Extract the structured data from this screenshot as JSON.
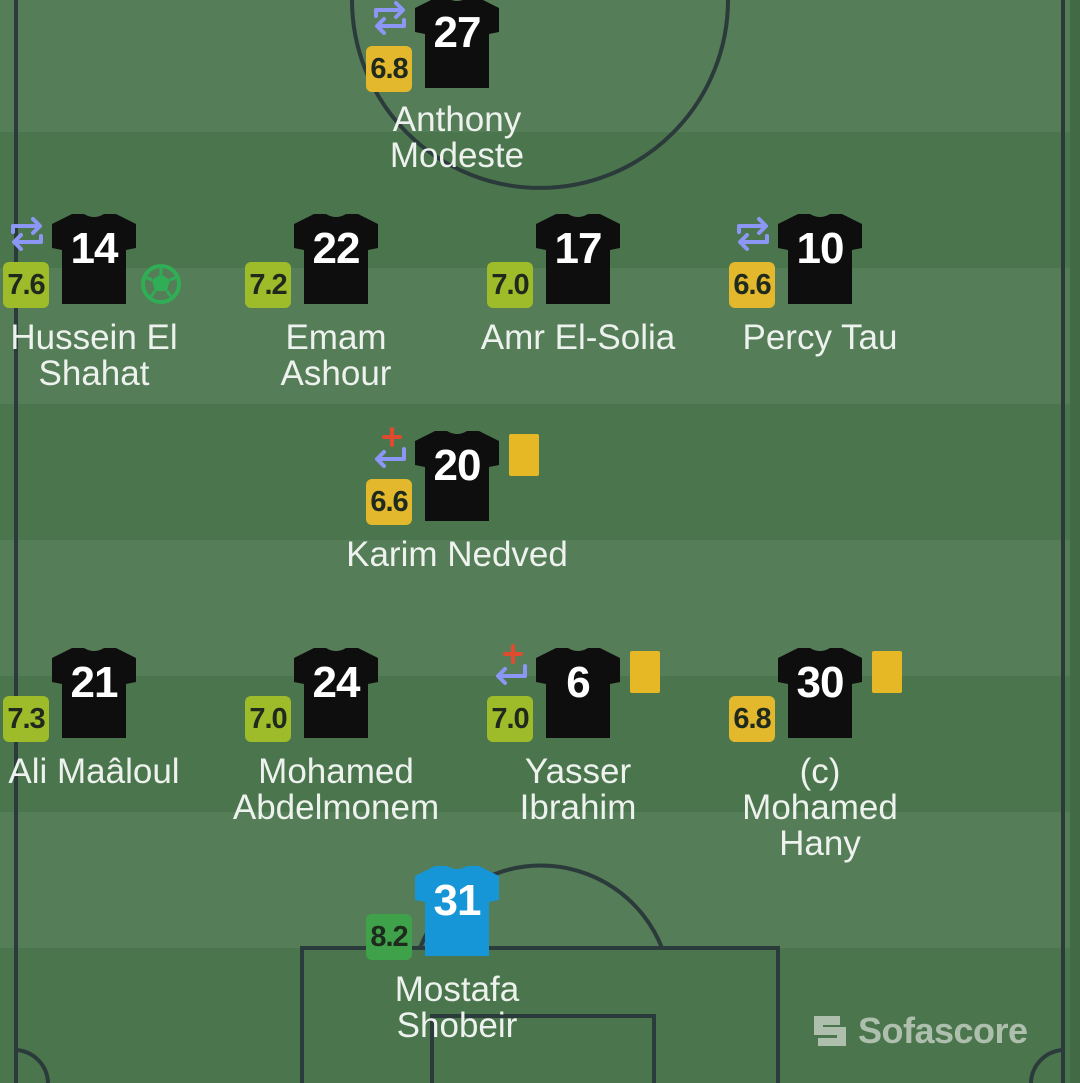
{
  "colors": {
    "field_shirt": "#0e0e0e",
    "goalkeeper_shirt": "#1696d6",
    "rating_high": "#3fa24a",
    "rating_good": "#9ebb2a",
    "rating_mid": "#e3b82c",
    "yellow_card": "#e7b826",
    "sub_arrow": "#8c97f5",
    "sub_in_plus": "#e04a2f",
    "goal_ball": "#2fae55"
  },
  "players": [
    {
      "id": "modeste",
      "number": "27",
      "rating": "6.8",
      "rating_tier": "mid",
      "name_line1": "Anthony Modeste",
      "name_line2": "",
      "icons": [
        "substitution-icon"
      ]
    },
    {
      "id": "el-shahat",
      "number": "14",
      "rating": "7.6",
      "rating_tier": "good",
      "name_line1": "Hussein El",
      "name_line2": "Shahat",
      "icons": [
        "substitution-icon",
        "goal-ball-icon"
      ]
    },
    {
      "id": "ashour",
      "number": "22",
      "rating": "7.2",
      "rating_tier": "good",
      "name_line1": "Emam",
      "name_line2": "Ashour",
      "icons": []
    },
    {
      "id": "el-solia",
      "number": "17",
      "rating": "7.0",
      "rating_tier": "good",
      "name_line1": "Amr El-Solia",
      "name_line2": "",
      "icons": []
    },
    {
      "id": "tau",
      "number": "10",
      "rating": "6.6",
      "rating_tier": "mid",
      "name_line1": "Percy Tau",
      "name_line2": "",
      "icons": [
        "substitution-icon"
      ]
    },
    {
      "id": "nedved",
      "number": "20",
      "rating": "6.6",
      "rating_tier": "mid",
      "name_line1": "Karim Nedved",
      "name_line2": "",
      "icons": [
        "sub-in-icon",
        "yellow-card-icon"
      ]
    },
    {
      "id": "maaloul",
      "number": "21",
      "rating": "7.3",
      "rating_tier": "good",
      "name_line1": "Ali Maâloul",
      "name_line2": "",
      "icons": []
    },
    {
      "id": "abdelmonem",
      "number": "24",
      "rating": "7.0",
      "rating_tier": "good",
      "name_line1": "Mohamed",
      "name_line2": "Abdelmonem",
      "icons": []
    },
    {
      "id": "ibrahim",
      "number": "6",
      "rating": "7.0",
      "rating_tier": "good",
      "name_line1": "Yasser",
      "name_line2": "Ibrahim",
      "icons": [
        "sub-in-icon",
        "yellow-card-icon"
      ]
    },
    {
      "id": "hany",
      "number": "30",
      "rating": "6.8",
      "rating_tier": "mid",
      "name_line1": "(c)",
      "name_line2": "Mohamed",
      "name_line3": "Hany",
      "icons": [
        "yellow-card-icon"
      ]
    },
    {
      "id": "shobeir",
      "number": "31",
      "rating": "8.2",
      "rating_tier": "high",
      "name_line1": "Mostafa Shobeir",
      "name_line2": "",
      "icons": [],
      "goalkeeper": true
    }
  ],
  "brand": {
    "name": "Sofascore"
  }
}
